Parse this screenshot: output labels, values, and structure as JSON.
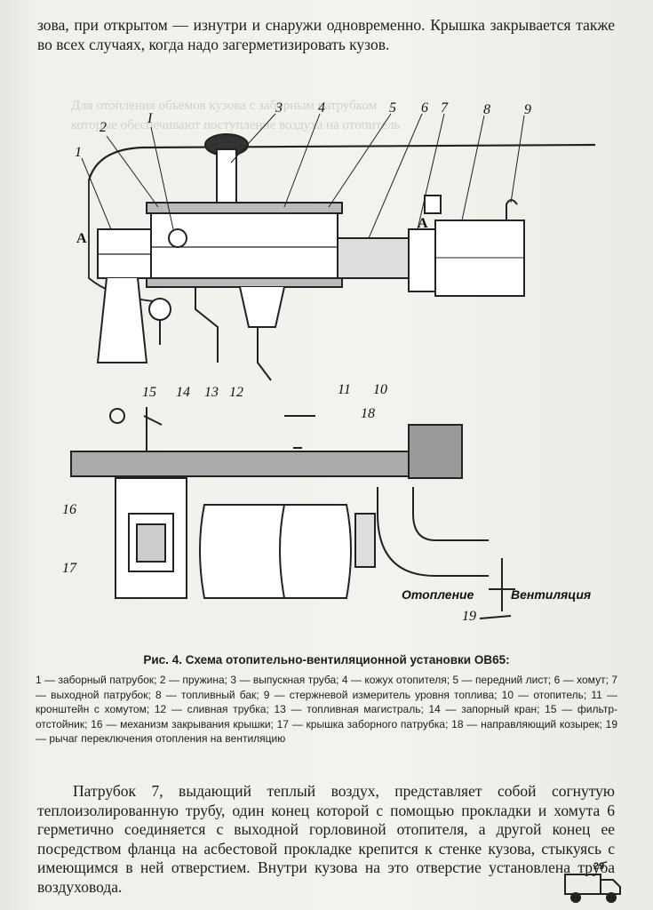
{
  "top_paragraph": "зова, при открытом — изнутри и снаружи одновременно. Крышка закрывается также во всех случаях, когда надо загерметизировать кузов.",
  "figure": {
    "callouts": [
      "1",
      "2",
      "I",
      "3",
      "4",
      "5",
      "6",
      "7",
      "8",
      "9",
      "10",
      "11",
      "12",
      "13",
      "14",
      "15",
      "16",
      "17",
      "18",
      "19"
    ],
    "section_marker_a": "А",
    "label_heating": "Отопление",
    "label_ventilation": "Вентиляция"
  },
  "caption": {
    "title": "Рис. 4. Схема отопительно-вентиляционной установки ОВ65:",
    "legend": "1 — заборный патрубок; 2 — пружина; 3 — выпускная труба; 4 — кожух отопителя; 5 — передний лист; 6 — хомут; 7 — выходной патрубок; 8 — топливный бак; 9 — стержневой измеритель уровня топлива; 10 — отопитель; 11 — кронштейн с хомутом; 12 — сливная трубка; 13 — топливная магистраль; 14 — запорный кран; 15 — фильтр-отстойник; 16 — механизм закрывания крышки; 17 — крышка заборного патрубка; 18 — направляющий козырек; 19 — рычаг переключения отопления на вентиляцию"
  },
  "body_paragraph": "Патрубок 7, выдающий теплый воздух, представляет собой согнутую теплоизолированную трубу, один конец которой с помощью прокладки и хомута 6 герметично соединяется с выходной горловиной отопителя, а другой конец ее посредством фланца на асбестовой прокладке крепится к стенке кузова, стыкуясь с имеющимся в ней отверстием. Внутри кузова на это отверстие установлена труба воздуховода.",
  "page_number": "29"
}
